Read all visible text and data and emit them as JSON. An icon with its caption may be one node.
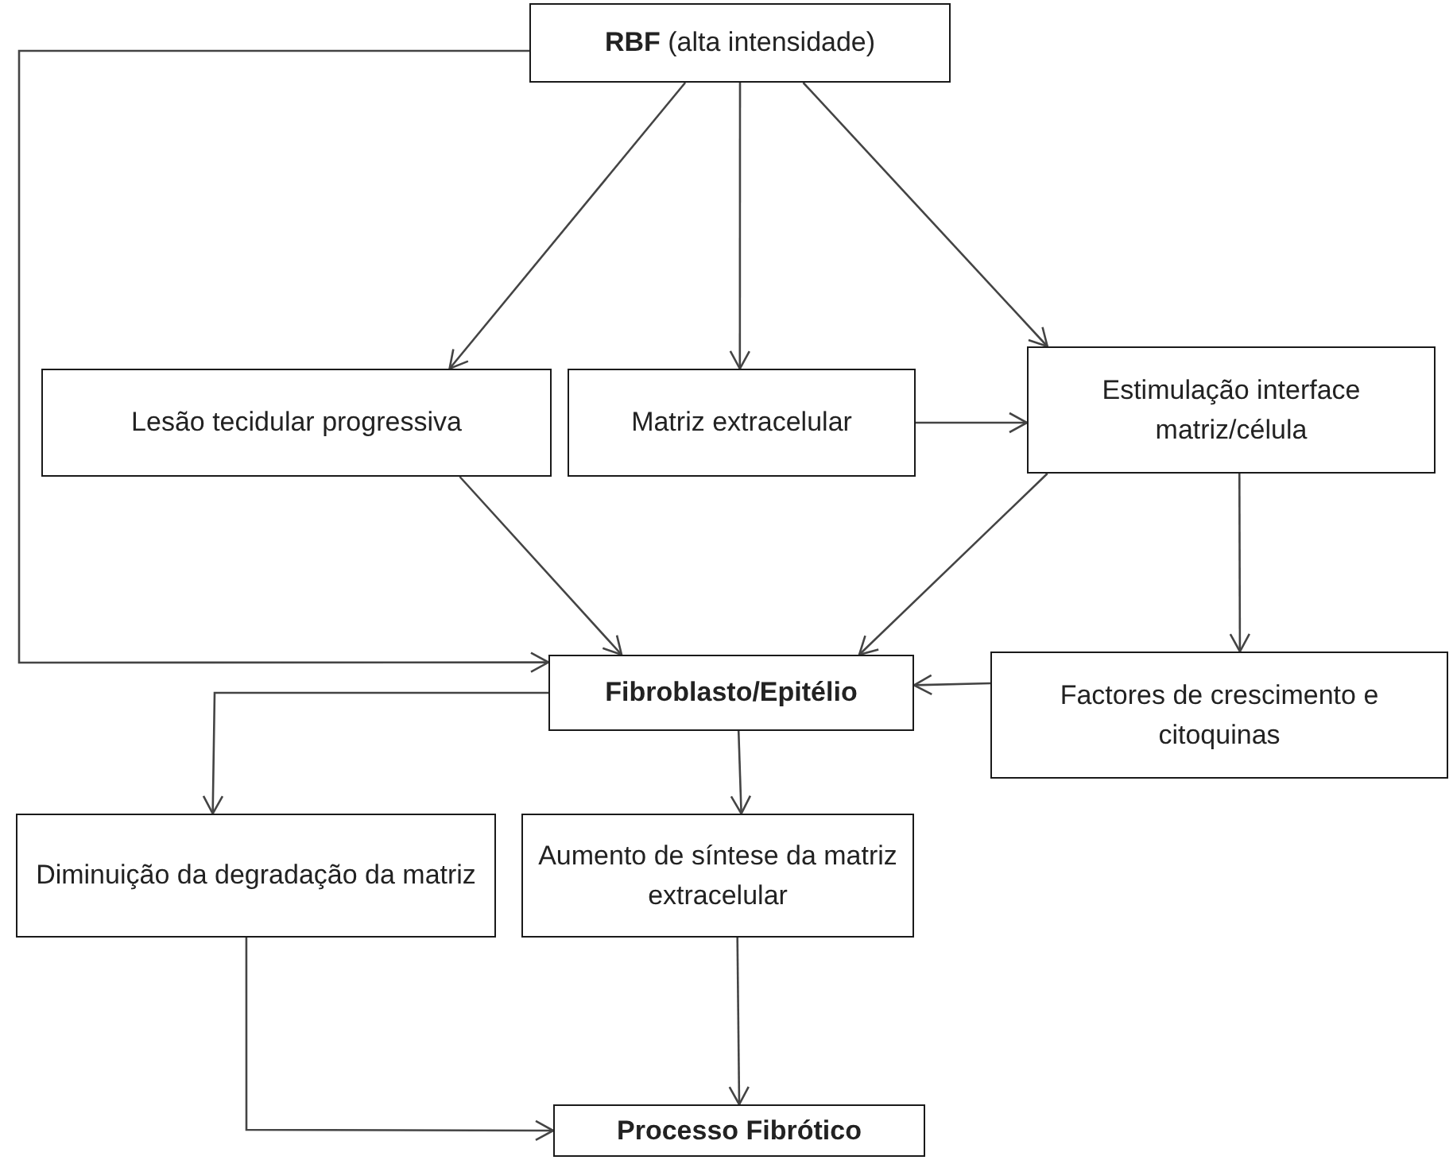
{
  "diagram": {
    "nodes": [
      {
        "text": [
          "**RBF** (alta intensidade)"
        ]
      },
      {
        "text": [
          "Lesão tecidular progressiva"
        ]
      },
      {
        "text": [
          "Matriz extracelular"
        ]
      },
      {
        "text": [
          "Estimulação interface matriz/célula"
        ]
      },
      {
        "text": [
          "Fibroblasto/Epitélio"
        ]
      },
      {
        "text": [
          "Factores de crescimento e citoquinas"
        ]
      },
      {
        "text": [
          "Diminuição da degradação da matriz"
        ]
      },
      {
        "text": [
          "Aumento de síntese da matriz extracelular"
        ]
      },
      {
        "text": [
          "Processo Fibrótico"
        ]
      }
    ],
    "edges": [
      {
        "from": 0,
        "to": 1,
        "arrow": "to"
      },
      {
        "from": 0,
        "to": 2,
        "arrow": "to"
      },
      {
        "from": 0,
        "to": 3,
        "arrow": "to"
      },
      {
        "from": 2,
        "to": 3,
        "arrow": "to"
      },
      {
        "from": 1,
        "to": 4,
        "arrow": "to"
      },
      {
        "from": 3,
        "to": 4,
        "arrow": "to"
      },
      {
        "from": 3,
        "to": 5,
        "arrow": "to"
      },
      {
        "from": 5,
        "to": 4,
        "arrow": "to"
      },
      {
        "from": 0,
        "to": 4,
        "arrow": "to"
      },
      {
        "from": 4,
        "to": 6,
        "arrow": "to"
      },
      {
        "from": 4,
        "to": 7,
        "arrow": "to"
      },
      {
        "from": 7,
        "to": 8,
        "arrow": "to"
      },
      {
        "from": 6,
        "to": 8,
        "arrow": "to"
      }
    ]
  }
}
